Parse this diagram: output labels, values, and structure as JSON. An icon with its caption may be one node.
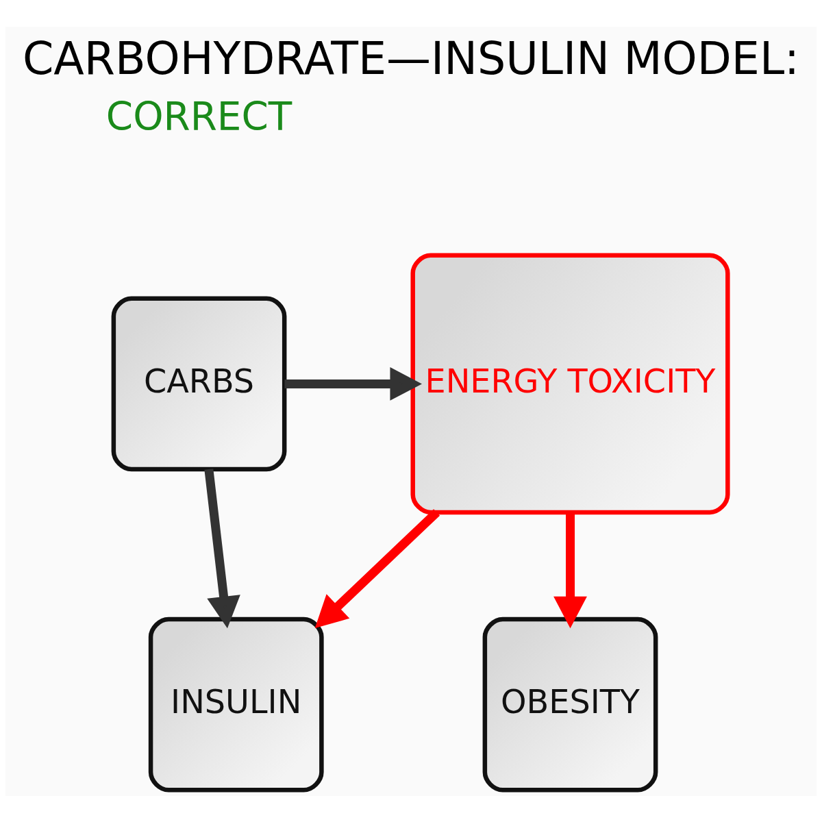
{
  "diagram": {
    "title": "CARBOHYDRATE—INSULIN MODEL:",
    "nodes": [
      {
        "text": [
          "CARBS"
        ]
      },
      {
        "text": [
          "ENERGY TOXICITY"
        ]
      },
      {
        "text": [
          "INSULIN"
        ]
      },
      {
        "text": [
          "OBESITY"
        ]
      }
    ],
    "edges": [
      {
        "from": 0,
        "to": 1,
        "arrow": "to"
      },
      {
        "from": 0,
        "to": 2,
        "arrow": "to"
      },
      {
        "from": 1,
        "to": 2,
        "arrow": "to",
        "color": "#ff0000"
      },
      {
        "from": 1,
        "to": 3,
        "arrow": "to",
        "color": "#ff0000"
      }
    ],
    "labels": [
      "CORRECT"
    ]
  }
}
